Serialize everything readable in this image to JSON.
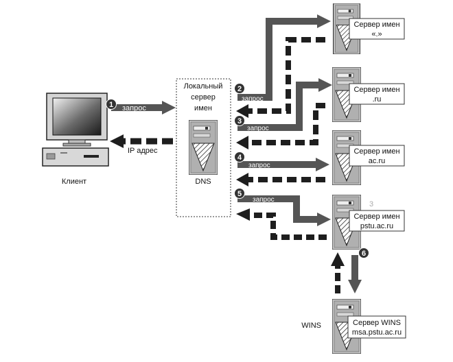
{
  "client": {
    "label": "Клиент"
  },
  "local_dns": {
    "line1": "Локальный",
    "line2": "сервер",
    "line3": "имен",
    "caption": "DNS"
  },
  "servers": [
    {
      "line1": "Сервер имен",
      "line2": "«.»"
    },
    {
      "line1": "Сервер имен",
      "line2": ".ru"
    },
    {
      "line1": "Сервер имен",
      "line2": "ac.ru"
    },
    {
      "line1": "Сервер имен",
      "line2": "pstu.ac.ru"
    },
    {
      "line1": "Сервер WINS",
      "line2": "msa.pstu.ac.ru"
    }
  ],
  "wins_label": "WINS",
  "step_markers": [
    "1",
    "2",
    "3",
    "4",
    "5",
    "6"
  ],
  "arrow_labels": {
    "request": "запрос",
    "ip_address": "IP адрес",
    "extra_digit": "3"
  },
  "icons": {
    "client": "computer-icon",
    "server": "server-tower-icon",
    "step": "numbered-circle-icon"
  },
  "colors": {
    "arrow": "#555555",
    "dashed_arrow": "#1e1e1e",
    "server_gray": "#b8b8b8",
    "marker": "#333333"
  }
}
